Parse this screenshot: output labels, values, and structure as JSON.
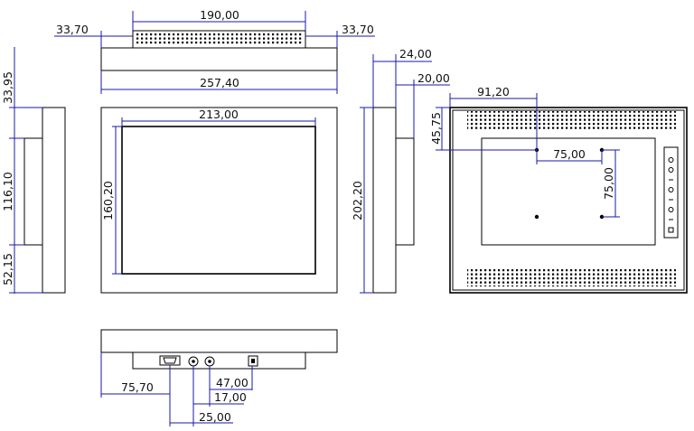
{
  "colors": {
    "outline": "#000000",
    "dimension_line": "#1a1aa8",
    "text": "#111111",
    "background": "#ffffff"
  },
  "top_view": {
    "dim_top_width": "190,00",
    "dim_top_left_offset": "33,70",
    "dim_top_right_offset": "33,70",
    "dim_overall_width": "257,40"
  },
  "front_view": {
    "dim_screen_width": "213,00",
    "dim_screen_height": "160,20",
    "dim_overall_height": "202,20"
  },
  "left_view": {
    "dim_top": "33,95",
    "dim_middle": "116,10",
    "dim_bottom": "52,15"
  },
  "right_view": {
    "dim_depth_total": "24,00",
    "dim_depth_body": "20,00"
  },
  "back_view": {
    "dim_mount_x": "91,20",
    "dim_mount_y": "45,75",
    "dim_vesa_h": "75,00",
    "dim_vesa_v": "75,00"
  },
  "bottom_view": {
    "dim_vga_offset": "75,70",
    "dim_power_offset": "47,00",
    "dim_dc_offset": "17,00",
    "dim_port_spacing": "25,00"
  },
  "icons": [
    "vga-connector-icon",
    "dc-jack-icon",
    "audio-jack-icon",
    "power-switch-icon",
    "vent-grille-icon",
    "osd-button-icon"
  ]
}
